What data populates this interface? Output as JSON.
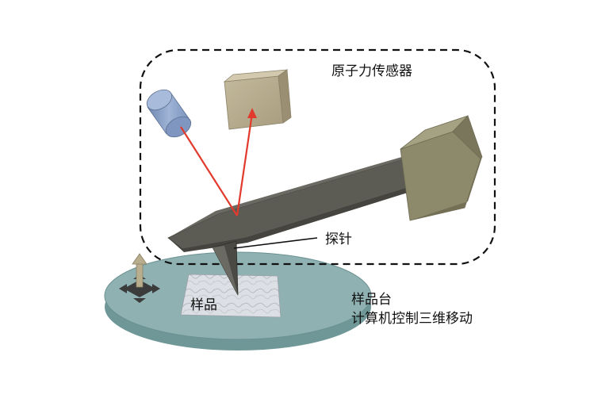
{
  "labels": {
    "afm_sensor": "原子力传感器",
    "probe": "探针",
    "sample": "样品",
    "stage_line1": "样品台",
    "stage_line2": "计算机控制三维移动"
  },
  "colors": {
    "stage_top": "#8fb1b2",
    "stage_side": "#6f9798",
    "cantilever": "#5f5e57",
    "block": "#b8ad90",
    "laser_source": "#8ea4c8",
    "laser_beam": "#e23a2c"
  }
}
